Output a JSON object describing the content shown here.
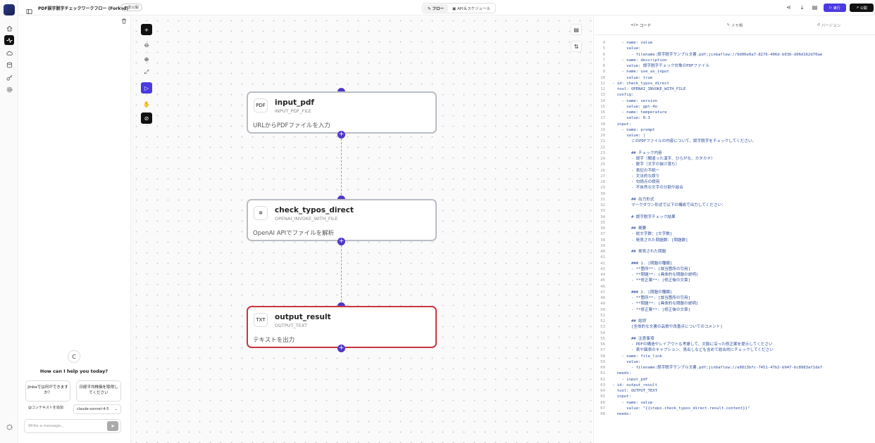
{
  "header": {
    "title": "PDF誤字脱字チェックワークフロー (Forked)",
    "visibility": "非公開",
    "mode_flow": "フロー",
    "mode_api": "API＆スケジュール",
    "run_label": "実行",
    "publish_label": "公開"
  },
  "chat": {
    "avatar_letter": "C",
    "greeting": "How can I help you today?",
    "suggestions": [
      "Jinbaでは何ができますか？",
      "日経平均株価を取得してください"
    ],
    "context_label": "@コンテキストを追加",
    "model": "claude-sonnet-4-5",
    "message_placeholder": "Write a message..."
  },
  "nodes": [
    {
      "name": "input_pdf",
      "type": "INPUT_PDF_FILE",
      "description": "URLからPDFファイルを入力"
    },
    {
      "name": "check_typos_direct",
      "type": "OPENAI_INVOKE_WITH_FILE",
      "description": "OpenAI APIでファイルを解析"
    },
    {
      "name": "output_result",
      "type": "OUTPUT_TEXT",
      "description": "テキストを出力"
    }
  ],
  "panel": {
    "tabs": [
      "コード",
      "メモ帳",
      "バージョン"
    ]
  },
  "code_lines": [
    {
      "n": "4",
      "t": "    - name: value"
    },
    {
      "n": "5",
      "t": "      value:"
    },
    {
      "n": "6",
      "t": "        - filename:誤字脱字サンプル文書.pdf;jinbaflow://9d06e0a7-8276-406d-b03b-d96d162d70ae"
    },
    {
      "n": "7",
      "t": "    - name: description"
    },
    {
      "n": "8",
      "t": "      value: 誤字脱字チェック対象のPDFファイル"
    },
    {
      "n": "9",
      "t": "    - name: use_as_input"
    },
    {
      "n": "10",
      "t": "      value: true"
    },
    {
      "n": "11",
      "t": "- id: check_typos_direct"
    },
    {
      "n": "12",
      "t": "  tool: OPENAI_INVOKE_WITH_FILE"
    },
    {
      "n": "13",
      "t": "  config:"
    },
    {
      "n": "14",
      "t": "    - name: version"
    },
    {
      "n": "15",
      "t": "      value: gpt-4o"
    },
    {
      "n": "16",
      "t": "    - name: temperature"
    },
    {
      "n": "17",
      "t": "      value: 0.3"
    },
    {
      "n": "18",
      "t": "  input:"
    },
    {
      "n": "19",
      "t": "    - name: prompt"
    },
    {
      "n": "20",
      "t": "      value: |"
    },
    {
      "n": "21",
      "t": "        このPDFファイルの内容について、誤字脱字をチェックしてください。"
    },
    {
      "n": "22",
      "t": ""
    },
    {
      "n": "23",
      "t": "        ## チェック内容"
    },
    {
      "n": "24",
      "t": "        - 誤字（間違った漢字、ひらがな、カタカナ）"
    },
    {
      "n": "25",
      "t": "        - 脱字（文字の抜け落ち）"
    },
    {
      "n": "26",
      "t": "        - 表記の不統一"
    },
    {
      "n": "27",
      "t": "        - 文法的な誤り"
    },
    {
      "n": "28",
      "t": "        - 句読点の誤用"
    },
    {
      "n": "29",
      "t": "        - 不自然な文字の分割や結合"
    },
    {
      "n": "30",
      "t": ""
    },
    {
      "n": "31",
      "t": "        ## 出力形式"
    },
    {
      "n": "32",
      "t": "        マークダウン形式で以下の構成で出力してください："
    },
    {
      "n": "33",
      "t": ""
    },
    {
      "n": "34",
      "t": "        # 誤字脱字チェック結果"
    },
    {
      "n": "35",
      "t": ""
    },
    {
      "n": "36",
      "t": "        ## 概要"
    },
    {
      "n": "37",
      "t": "        - 総文字数：[文字数]"
    },
    {
      "n": "38",
      "t": "        - 発見された問題数：[問題数]"
    },
    {
      "n": "39",
      "t": ""
    },
    {
      "n": "40",
      "t": "        ## 発見された問題"
    },
    {
      "n": "41",
      "t": ""
    },
    {
      "n": "42",
      "t": "        ### 1. [問題の種類]"
    },
    {
      "n": "43",
      "t": "        - **箇所**: [該当箇所の引用]"
    },
    {
      "n": "44",
      "t": "        - **問題**: [具体的な問題の説明]"
    },
    {
      "n": "45",
      "t": "        - **修正案**: [修正後の文章]"
    },
    {
      "n": "46",
      "t": ""
    },
    {
      "n": "47",
      "t": "        ### 2. [問題の種類]"
    },
    {
      "n": "48",
      "t": "        - **箇所**: [該当箇所の引用]"
    },
    {
      "n": "49",
      "t": "        - **問題**: [具体的な問題の説明]"
    },
    {
      "n": "50",
      "t": "        - **修正案**: [修正後の文章]"
    },
    {
      "n": "51",
      "t": ""
    },
    {
      "n": "52",
      "t": "        ## 総評"
    },
    {
      "n": "53",
      "t": "        [全体的な文書の品質や改善点についてのコメント]"
    },
    {
      "n": "54",
      "t": ""
    },
    {
      "n": "55",
      "t": "        ## 注意事項"
    },
    {
      "n": "56",
      "t": "        - PDFの構造やレイアウトも考慮して、文脈に沿った修正案を提示してください"
    },
    {
      "n": "57",
      "t": "        - 表や図表のキャプション、見出しなども含めて総合的にチェックしてください"
    },
    {
      "n": "58",
      "t": "    - name: file_link"
    },
    {
      "n": "59",
      "t": "      value:"
    },
    {
      "n": "60",
      "t": "        - filename:誤字脱字サンプル文書.pdf;jinbaflow://a9813bfc-7451-47b2-b947-bc8983af1de7"
    },
    {
      "n": "61",
      "t": "  needs:"
    },
    {
      "n": "62",
      "t": "    - input_pdf"
    },
    {
      "n": "63",
      "t": "- id: output_result"
    },
    {
      "n": "64",
      "t": "  tool: OUTPUT_TEXT"
    },
    {
      "n": "65",
      "t": "  input:"
    },
    {
      "n": "66",
      "t": "    - name: value"
    },
    {
      "n": "67",
      "t": "      value: \"{{steps.check_typos_direct.result.content}}\""
    },
    {
      "n": "68",
      "t": "  needs:"
    }
  ]
}
